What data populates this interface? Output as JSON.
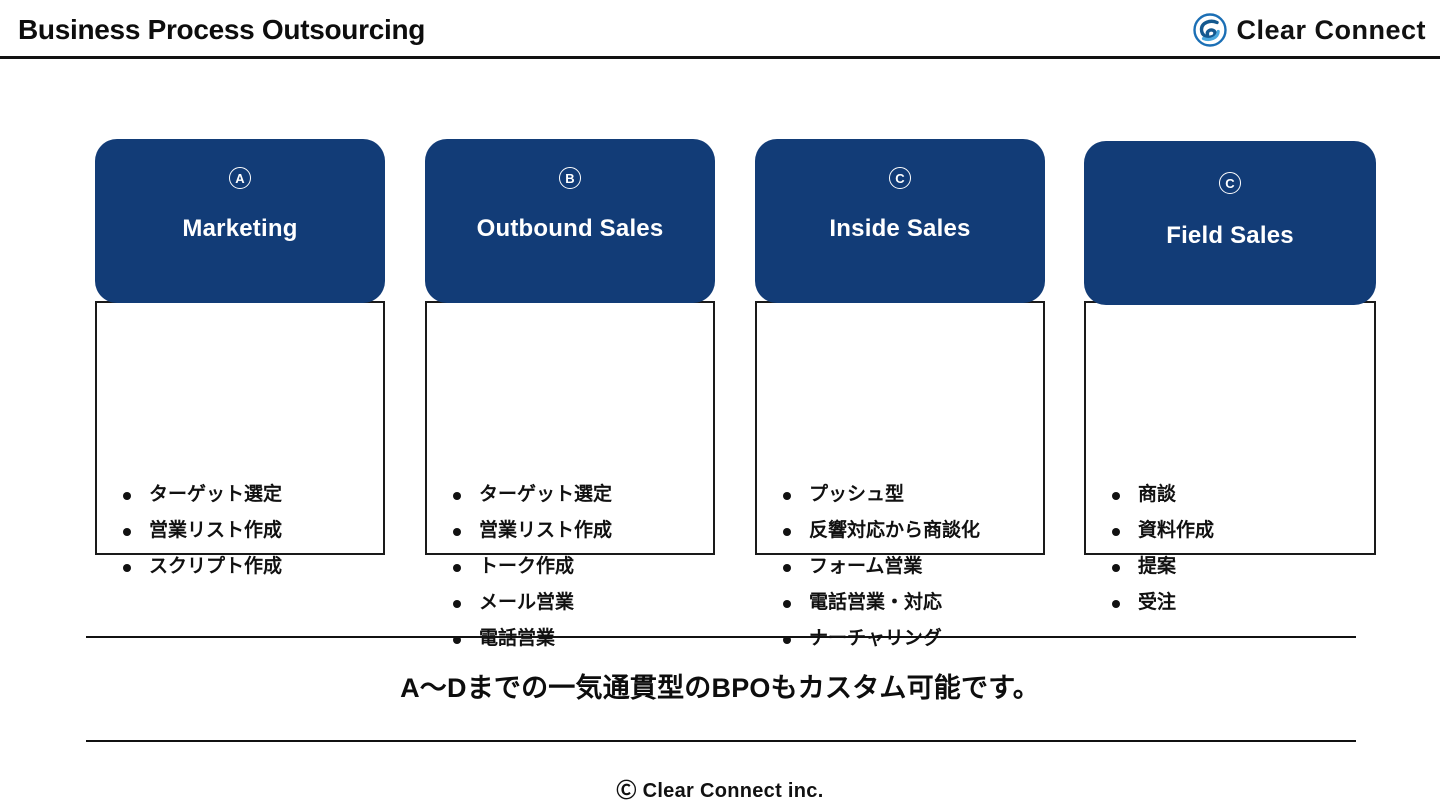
{
  "header": {
    "title": "Business Process Outsourcing",
    "brand": {
      "name": "Clear Connect",
      "mark": "swirl-logo-icon",
      "mark_color": "#1b6fb5",
      "text_color": "#111111"
    }
  },
  "theme": {
    "card_header_bg": "#123c77",
    "card_border": "#1a1a1a",
    "text": "#111111",
    "background": "#ffffff"
  },
  "cards": [
    {
      "badge": "A",
      "title": "Marketing",
      "items": [
        "ターゲット選定",
        "営業リスト作成",
        "スクリプト作成"
      ]
    },
    {
      "badge": "B",
      "title": "Outbound Sales",
      "items": [
        "ターゲット選定",
        "営業リスト作成",
        "トーク作成",
        "メール営業",
        "電話営業"
      ]
    },
    {
      "badge": "C",
      "title": "Inside Sales",
      "items": [
        "プッシュ型",
        "反響対応から商談化",
        "フォーム営業",
        "電話営業・対応",
        "ナーチャリング"
      ]
    },
    {
      "badge": "C",
      "title": "Field Sales",
      "items": [
        "商談",
        "資料作成",
        "提案",
        "受注"
      ]
    }
  ],
  "callout": {
    "text": "A〜Dまでの一気通貫型のBPOもカスタム可能です。"
  },
  "footer": {
    "text": "Ⓒ Clear Connect inc."
  }
}
